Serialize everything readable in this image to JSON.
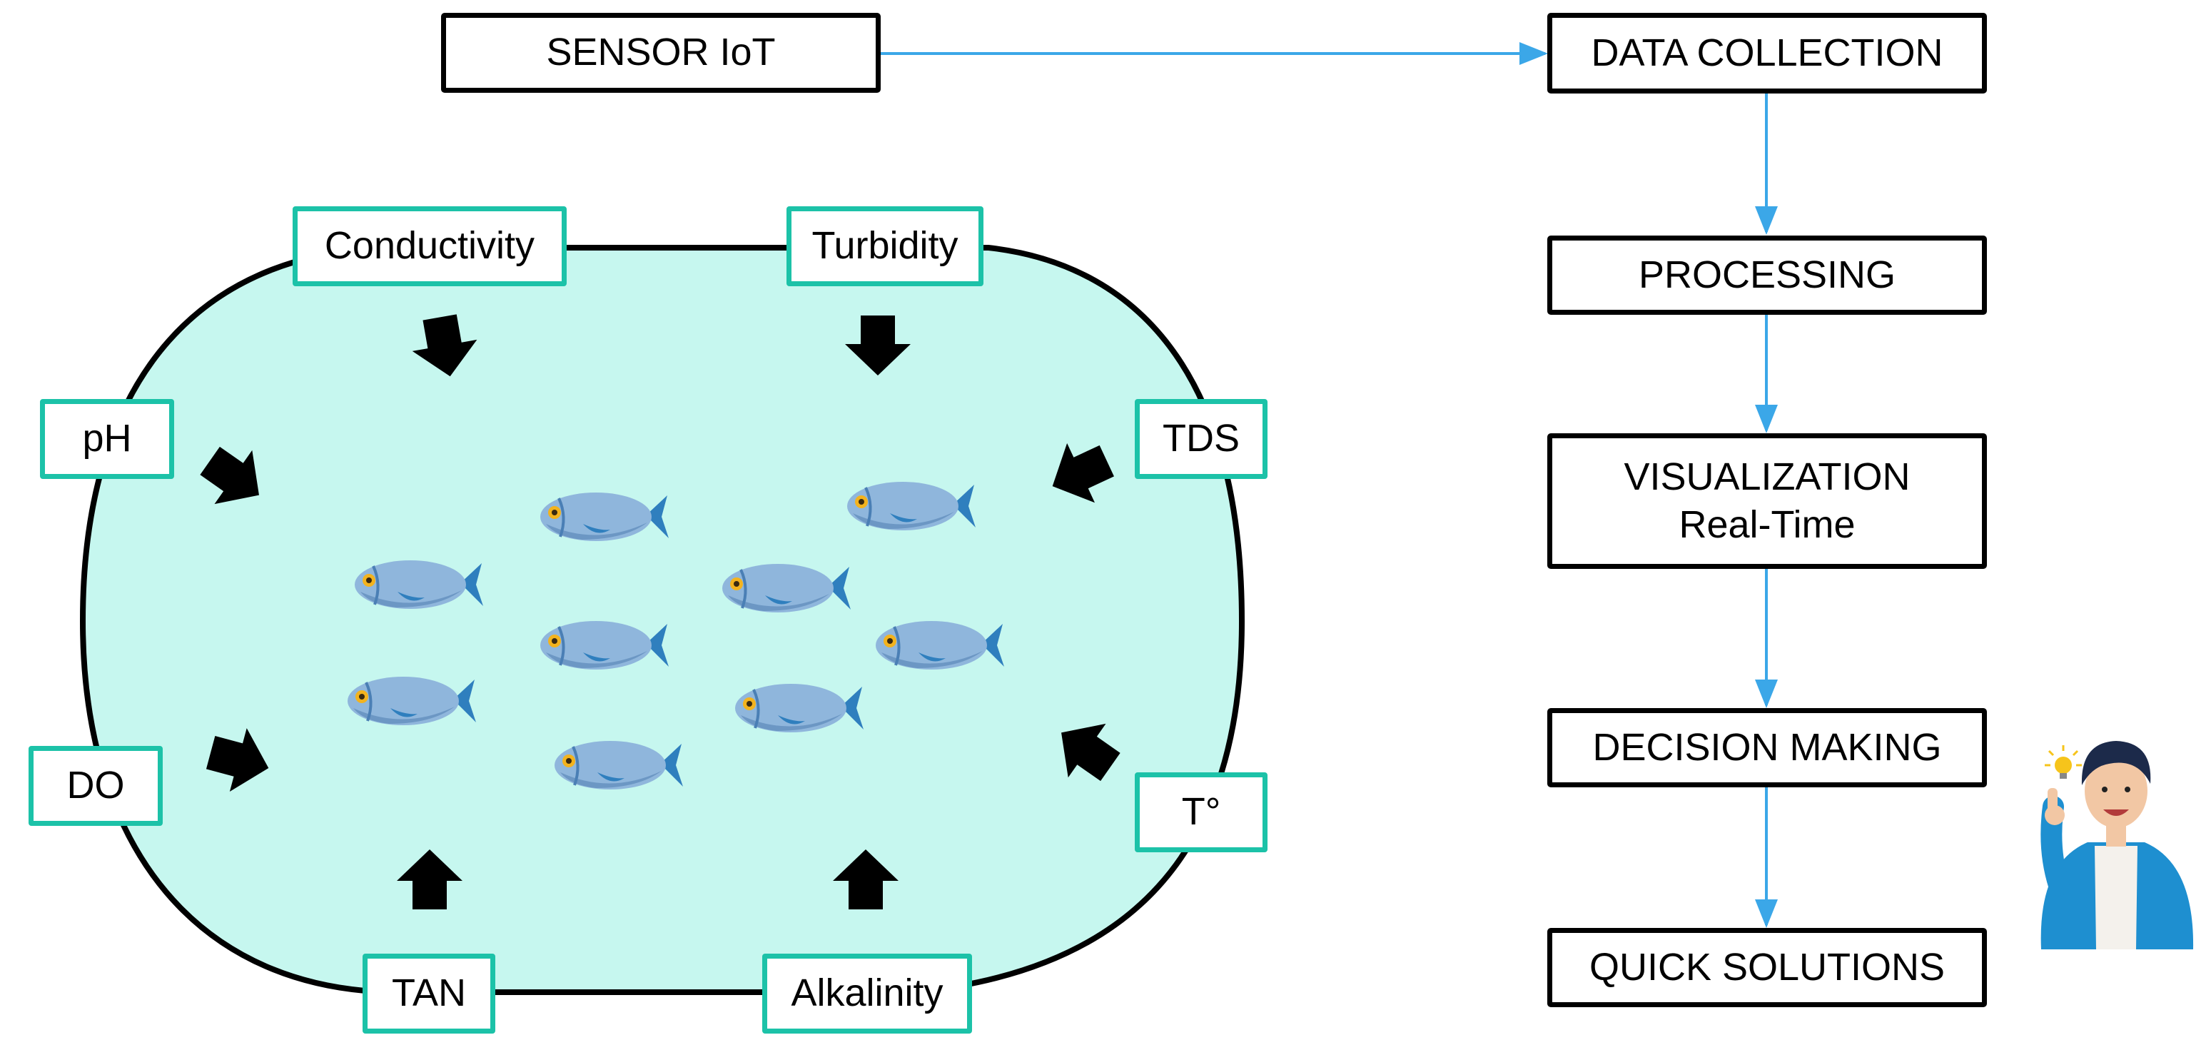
{
  "colors": {
    "pond_fill": "#c6f7ef",
    "pond_stroke": "#000000",
    "teal_border": "#1cc2a8",
    "flow_arrow": "#3ba7e8",
    "fish_body": "#8fb6dc",
    "fish_fin": "#2f7fbe",
    "person_jacket": "#1e8fd0"
  },
  "top": {
    "sensor_label": "SENSOR IoT"
  },
  "flow": {
    "data_collection": "DATA COLLECTION",
    "processing": "PROCESSING",
    "visualization_line1": "VISUALIZATION",
    "visualization_line2": "Real-Time",
    "decision_making": "DECISION MAKING",
    "quick_solutions": "QUICK SOLUTIONS"
  },
  "parameters": {
    "conductivity": "Conductivity",
    "turbidity": "Turbidity",
    "ph": "pH",
    "tds": "TDS",
    "do": "DO",
    "temperature": "T°",
    "tan": "TAN",
    "alkalinity": "Alkalinity"
  },
  "icons": {
    "fish": "fish-icon",
    "arrow": "black-arrow-icon",
    "person": "person-idea-icon"
  }
}
